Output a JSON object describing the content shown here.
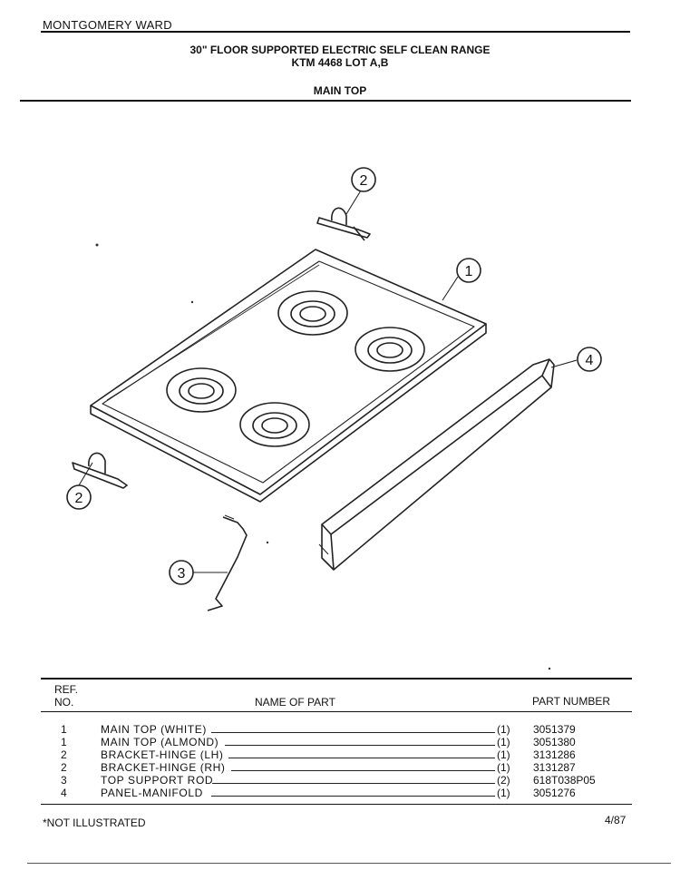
{
  "header": {
    "brand": "MONTGOMERY WARD",
    "title_line1": "30\" FLOOR SUPPORTED ELECTRIC SELF CLEAN RANGE",
    "title_line2": "KTM 4468 LOT A,B",
    "section": "MAIN TOP"
  },
  "diagram": {
    "callouts": [
      "1",
      "2",
      "2",
      "3",
      "4"
    ]
  },
  "table": {
    "col_ref_line1": "REF.",
    "col_ref_line2": "NO.",
    "col_name": "NAME OF PART",
    "col_part": "PART NUMBER",
    "rows": [
      {
        "ref": "1",
        "name": "MAIN TOP (WHITE)",
        "qty": "(1)",
        "part": "3051379"
      },
      {
        "ref": "1",
        "name": "MAIN TOP (ALMOND)",
        "qty": "(1)",
        "part": "3051380"
      },
      {
        "ref": "2",
        "name": "BRACKET-HINGE (LH)",
        "qty": "(1)",
        "part": "3131286"
      },
      {
        "ref": "2",
        "name": "BRACKET-HINGE (RH)",
        "qty": "(1)",
        "part": "3131287"
      },
      {
        "ref": "3",
        "name": "TOP SUPPORT ROD",
        "qty": "(2)",
        "part": "618T038P05"
      },
      {
        "ref": "4",
        "name": "PANEL-MANIFOLD",
        "qty": "(1)",
        "part": "3051276"
      }
    ]
  },
  "footer": {
    "note": "*NOT ILLUSTRATED",
    "date": "4/87"
  }
}
